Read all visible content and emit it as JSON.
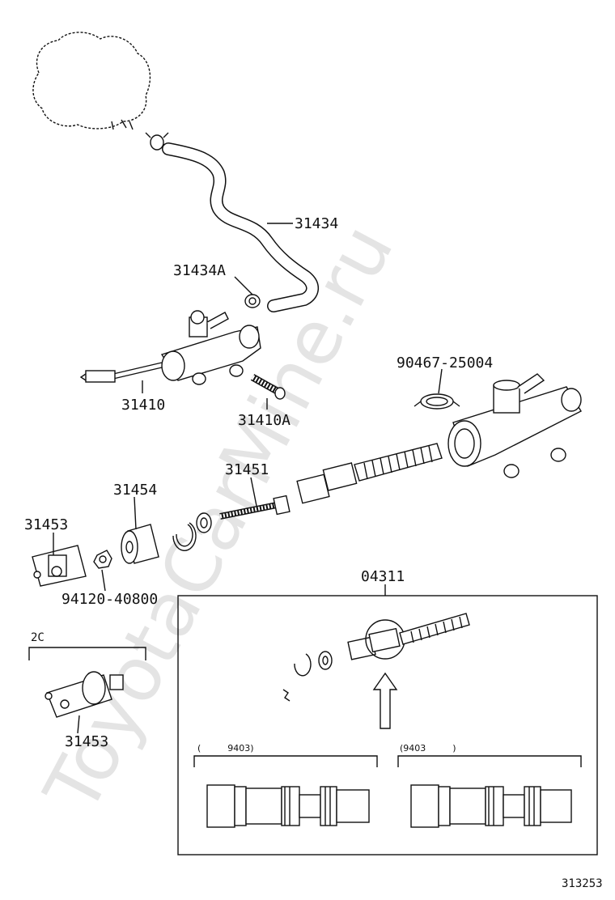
{
  "watermark": "ToyotaCarMine.ru",
  "labels": {
    "p31434": "31434",
    "p31434A": "31434A",
    "p31410": "31410",
    "p31410A": "31410A",
    "p90467": "90467-25004",
    "p31451": "31451",
    "p31454": "31454",
    "p31453a": "31453",
    "p94120": "94120-40800",
    "p04311": "04311",
    "p2C": "2C",
    "p31453b": "31453"
  },
  "kit_variants": {
    "before": "(　　　9403)",
    "after": "(9403　　　)"
  },
  "figure_number": "313253"
}
